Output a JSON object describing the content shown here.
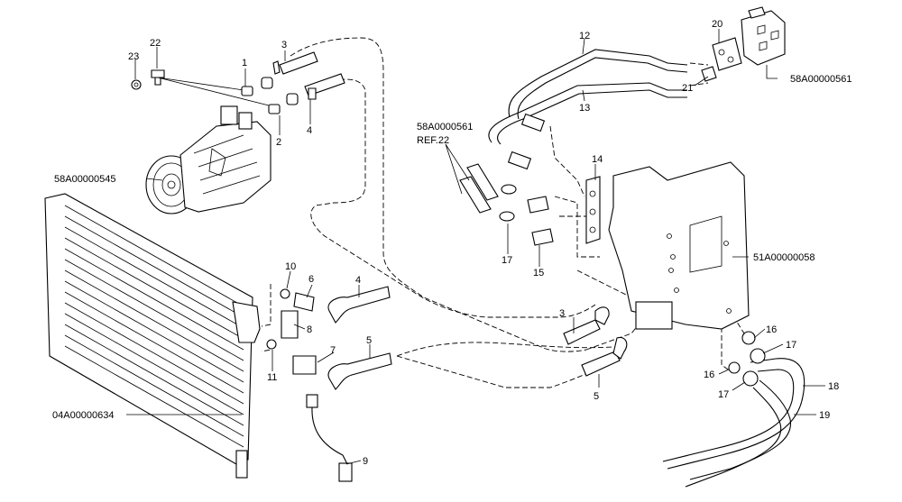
{
  "callouts": [
    {
      "id": "c1",
      "text": "1"
    },
    {
      "id": "c2",
      "text": "2"
    },
    {
      "id": "c3a",
      "text": "3"
    },
    {
      "id": "c4a",
      "text": "4"
    },
    {
      "id": "c22",
      "text": "22"
    },
    {
      "id": "c23",
      "text": "23"
    },
    {
      "id": "c12",
      "text": "12"
    },
    {
      "id": "c13",
      "text": "13"
    },
    {
      "id": "c20",
      "text": "20"
    },
    {
      "id": "c21",
      "text": "21"
    },
    {
      "id": "c14",
      "text": "14"
    },
    {
      "id": "c17a",
      "text": "17"
    },
    {
      "id": "c15",
      "text": "15"
    },
    {
      "id": "c10",
      "text": "10"
    },
    {
      "id": "c6",
      "text": "6"
    },
    {
      "id": "c4b",
      "text": "4"
    },
    {
      "id": "c8",
      "text": "8"
    },
    {
      "id": "c11",
      "text": "11"
    },
    {
      "id": "c7",
      "text": "7"
    },
    {
      "id": "c5a",
      "text": "5"
    },
    {
      "id": "c9",
      "text": "9"
    },
    {
      "id": "c3b",
      "text": "3"
    },
    {
      "id": "c5b",
      "text": "5"
    },
    {
      "id": "c16a",
      "text": "16"
    },
    {
      "id": "c17b",
      "text": "17"
    },
    {
      "id": "c16b",
      "text": "16"
    },
    {
      "id": "c17c",
      "text": "17"
    },
    {
      "id": "c18",
      "text": "18"
    },
    {
      "id": "c19",
      "text": "19"
    }
  ],
  "references": {
    "compressor": "58A00000545",
    "expansion_valve": "58A00000561",
    "ref_part": "58A0000561",
    "ref_note": "REF.22",
    "evaporator": "51A00000058",
    "condenser": "04A00000634"
  }
}
